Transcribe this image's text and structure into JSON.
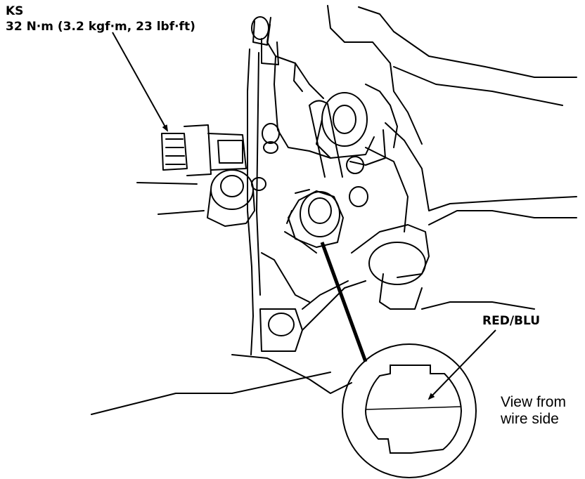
{
  "component": {
    "name": "KS",
    "torque_spec": "32 N·m (3.2 kgf·m, 23 lbf·ft)"
  },
  "connector_view": {
    "wire_color": "RED/BLU",
    "caption_line1": "View from",
    "caption_line2": "wire side"
  }
}
